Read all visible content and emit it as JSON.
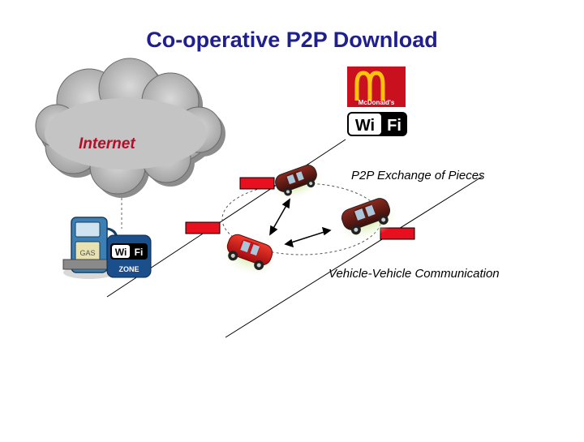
{
  "title": "Co-operative P2P Download",
  "cloud_label": "Internet",
  "labels": {
    "p2p_exchange": "P2P Exchange of Pieces",
    "v2v": "Vehicle-Vehicle Communication"
  },
  "logos": {
    "mcdonalds_text": "McDonald's",
    "wifi_text_1": "Wi",
    "wifi_text_2": "Fi",
    "zone_text": "ZONE",
    "gas_text": "GAS"
  },
  "colors": {
    "title": "#1f1f8f",
    "internet": "#b0102a",
    "piece": "#e8101e",
    "car": "#c8101e",
    "mcd_bg": "#c8101e",
    "mcd_arch": "#ffc20e"
  }
}
